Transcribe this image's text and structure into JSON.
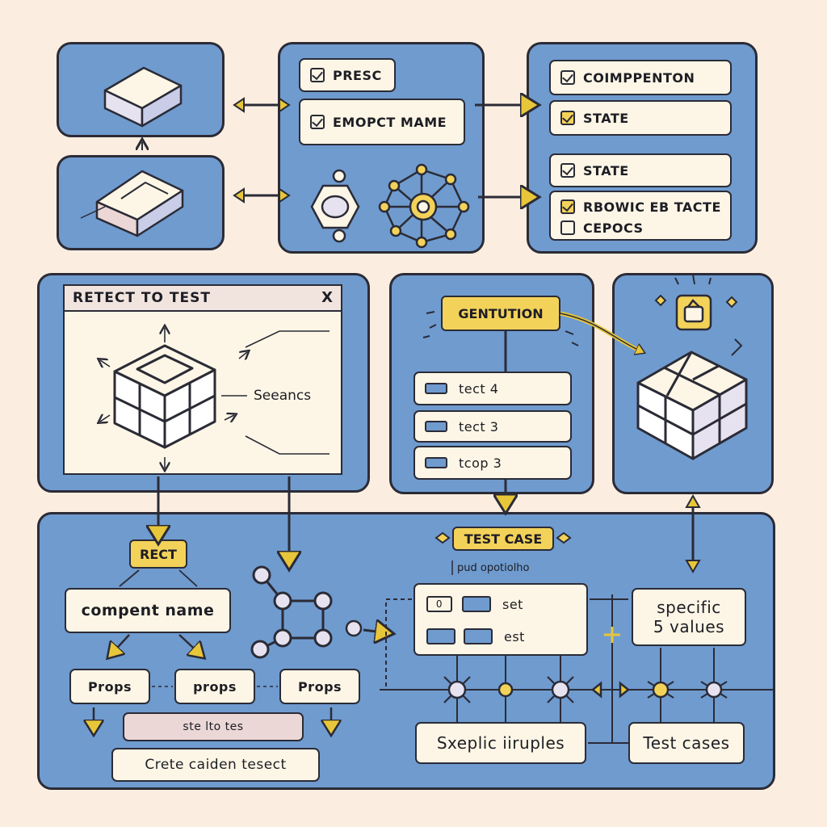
{
  "top_middle": {
    "item1": "PRESC",
    "item2": "EMOPCT MAME"
  },
  "top_right": {
    "item1": "COIMPPENTON",
    "item2": "STATE",
    "item3": "STATE",
    "item4_line1": "RBOWIC EB TACTE",
    "item4_line2": "CEPOCS"
  },
  "window": {
    "title": "RETECT TO TEST",
    "close": "X",
    "side_label": "Seeancs"
  },
  "generation": {
    "tag": "GENTUTION",
    "list": [
      "tect  4",
      "tect  3",
      "tcop  3"
    ]
  },
  "bottom": {
    "rect_tag": "RECT",
    "component_name": "compent name",
    "props": [
      "Props",
      "props",
      "Props"
    ],
    "state_bar": "ste lto tes",
    "create_box": "Crete caiden tesect",
    "test_case_tag": "TEST CASE",
    "test_case_sub": "pud opotiolho",
    "set_card": {
      "zero": "0",
      "row1": "set",
      "row2": "est"
    },
    "specific_line1": "specific",
    "specific_line2": "5 values",
    "sxeplic": "Sxeplic iiruples",
    "test_cases": "Test cases"
  },
  "colors": {
    "background": "#fbeee0",
    "panel_blue": "#6f9bcf",
    "card_cream": "#fdf6e6",
    "accent_yellow": "#f3d25a",
    "outline": "#2b2b36"
  }
}
